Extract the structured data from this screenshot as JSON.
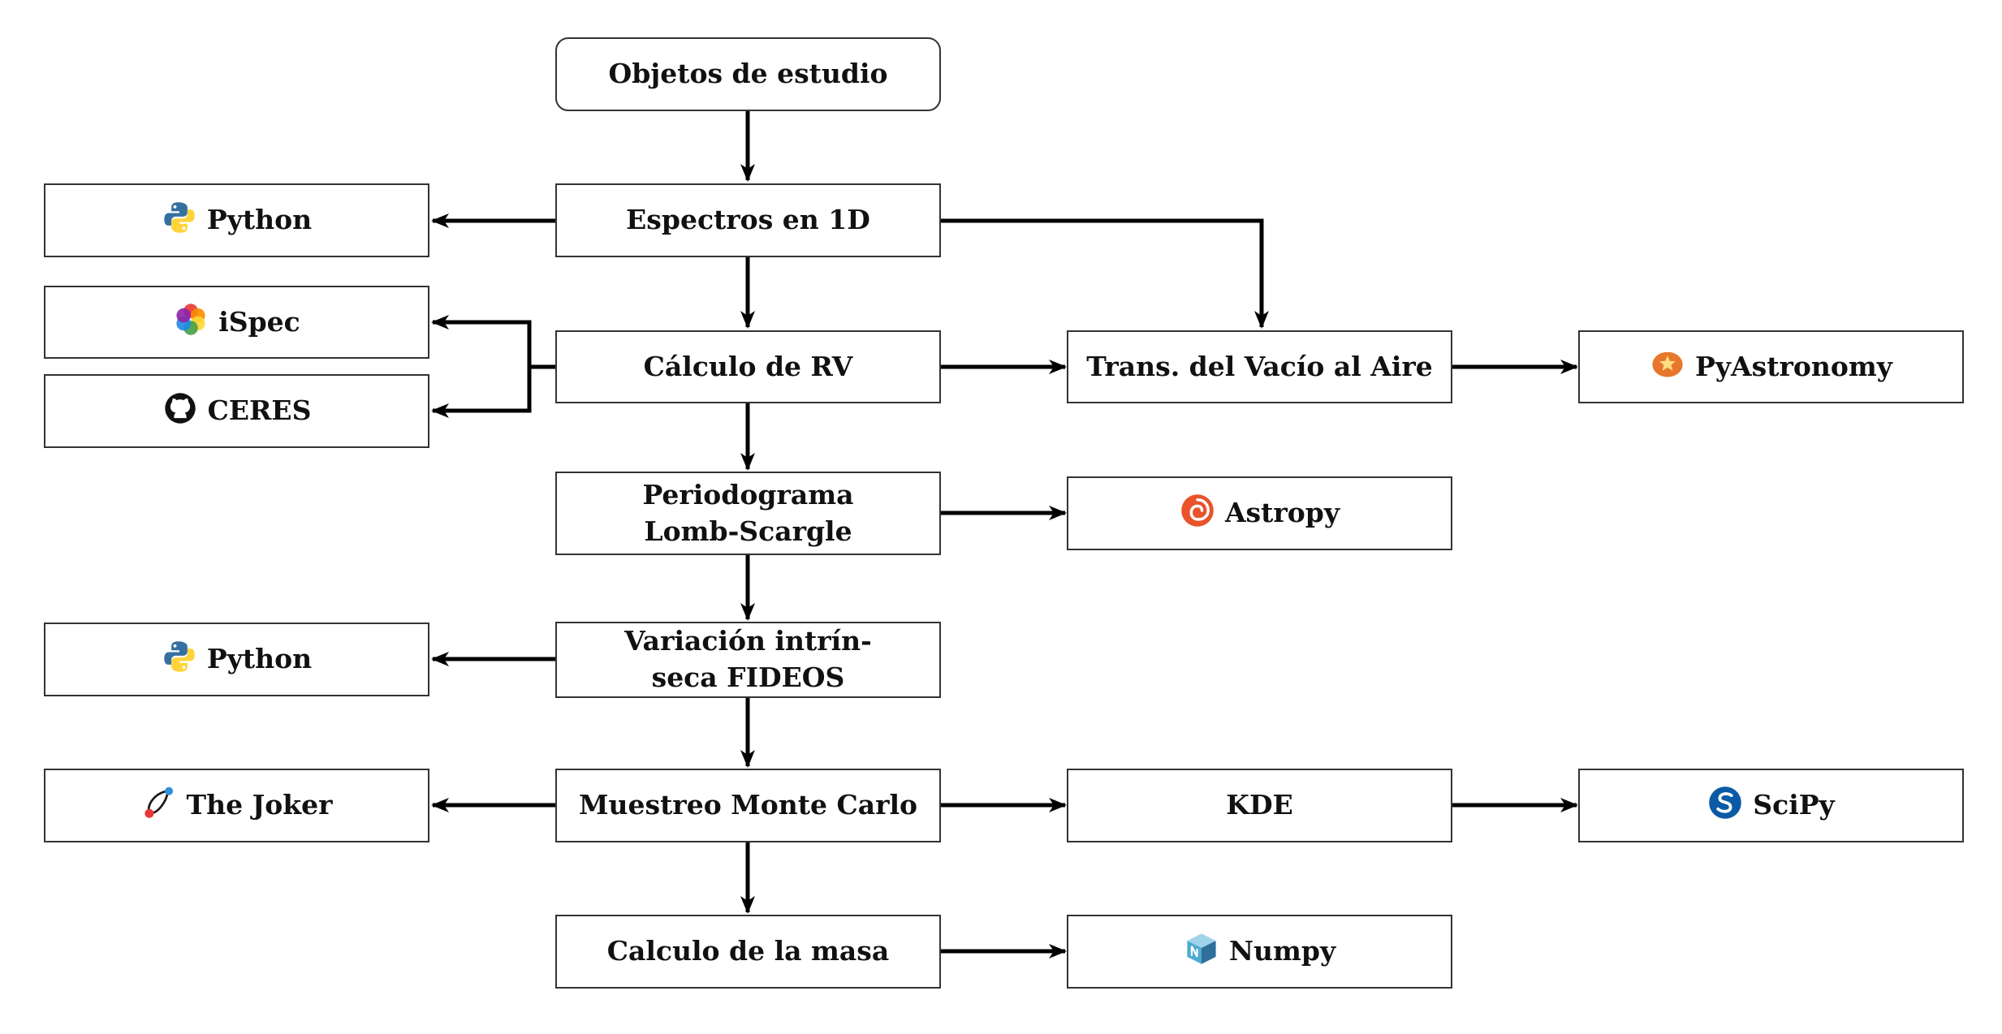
{
  "nodes": {
    "objetos": "Objetos de estudio",
    "espectros": "Espectros en 1D",
    "calculo_rv": "Cálculo de RV",
    "periodograma_line1": "Periodograma",
    "periodograma_line2": "Lomb-Scargle",
    "variacion_line1": "Variación intrín-",
    "variacion_line2": "seca FIDEOS",
    "montecarlo": "Muestreo Monte Carlo",
    "masa": "Calculo de la masa",
    "trans_vacio": "Trans. del Vacío al Aire",
    "kde": "KDE"
  },
  "tools": {
    "python_1": {
      "label": "Python",
      "icon": "python-icon"
    },
    "ispec": {
      "label": "iSpec",
      "icon": "ispec-icon"
    },
    "ceres": {
      "label": "CERES",
      "icon": "github-icon"
    },
    "pyastronomy": {
      "label": "PyAstronomy",
      "icon": "pyastronomy-icon"
    },
    "astropy": {
      "label": "Astropy",
      "icon": "astropy-icon"
    },
    "python_2": {
      "label": "Python",
      "icon": "python-icon"
    },
    "the_joker": {
      "label": "The Joker",
      "icon": "the-joker-icon"
    },
    "scipy": {
      "label": "SciPy",
      "icon": "scipy-icon"
    },
    "numpy": {
      "label": "Numpy",
      "icon": "numpy-icon"
    }
  },
  "colors": {
    "python_blue": "#3670a0",
    "python_yellow": "#ffd43b",
    "pyastronomy_orange": "#e8772e",
    "astropy_orange": "#e8532b",
    "scipy_blue": "#0b5aa6",
    "numpy_blue": "#4dabcf",
    "joker_red": "#e53935",
    "joker_blue": "#2f8fd8"
  }
}
